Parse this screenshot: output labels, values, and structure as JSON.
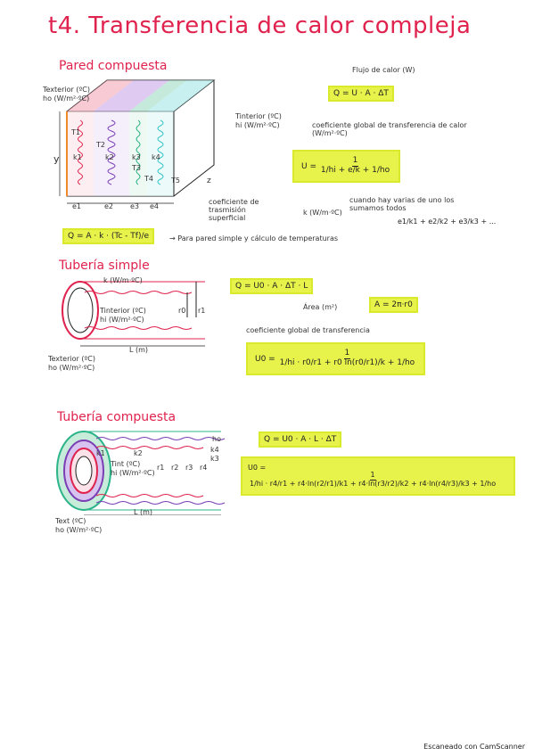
{
  "title": "t4. Transferencia de calor compleja",
  "sections": {
    "pared": {
      "heading": "Pared compuesta",
      "texterior": "Texterior (ºC)",
      "ho": "ho (W/m²·ºC)",
      "tinterior": "Tinterior (ºC)",
      "hi": "hi (W/m²·ºC)",
      "axis_y": "y",
      "axis_z": "z",
      "layers": [
        "e1",
        "e2",
        "e3",
        "e4"
      ],
      "k_labels": [
        "k1",
        "k2",
        "k3",
        "k4"
      ],
      "t_labels": [
        "T1",
        "T2",
        "T3",
        "T4",
        "T5"
      ],
      "flujo": "Flujo de calor (W)",
      "q_formula": "Q = U · A · ΔT",
      "coef_global": "coeficiente global de transferencia de calor (W/m²·ºC)",
      "u_label": "U =",
      "u_numer": "1",
      "u_terms": [
        "1/hi",
        "e/k",
        "1/ho"
      ],
      "coef_trans": "coeficiente de trasmisión superficial",
      "k_note": "k (W/m·ºC)",
      "varias": "cuando hay varias de uno los sumamos todos",
      "suma_terms": [
        "e1/k1",
        "e2/k2",
        "e3/k3",
        "..."
      ],
      "q_simple": "Q = A · k · (Tc - Tf)/e",
      "q_simple_note": "→ Para pared simple y cálculo de temperaturas"
    },
    "tuberia_simple": {
      "heading": "Tubería simple",
      "k": "k (W/m·ºC)",
      "tinterior": "Tinterior (ºC)",
      "hi": "hi (W/m²·ºC)",
      "texterior": "Texterior (ºC)",
      "ho": "ho (W/m²·ºC)",
      "length": "L (m)",
      "r0": "r0",
      "r1": "r1",
      "q_formula": "Q = U0 · A · ΔT · L",
      "area_label": "Área (m²)",
      "area_formula": "A = 2π·r0",
      "coef": "coeficiente global de transferencia",
      "u0_label": "U0 =",
      "u0_numer": "1",
      "u0_terms": [
        "1/hi · r0/r1",
        "r0 ln(r0/r1)/k",
        "1/ho"
      ]
    },
    "tuberia_compuesta": {
      "heading": "Tubería compuesta",
      "ho": "ho",
      "k_labels": [
        "k1",
        "k2",
        "k3",
        "k4"
      ],
      "tint": "Tint (ºC)",
      "hi": "hi (W/m²·ºC)",
      "r_labels": [
        "r1",
        "r2",
        "r3",
        "r4"
      ],
      "length": "L (m)",
      "text": "Text (ºC)",
      "ho_units": "ho (W/m²·ºC)",
      "q_formula": "Q = U0 · A · L · ΔT",
      "u0_label": "U0 =",
      "u0_numer": "1",
      "u0_terms": [
        "1/hi · r4/r1",
        "r4·ln(r2/r1)/k1",
        "r4·ln(r3/r2)/k2",
        "r4·ln(r4/r3)/k3",
        "1/ho"
      ]
    }
  },
  "footer": "Escaneado con CamScanner",
  "colors": {
    "accent": "#e0234e",
    "highlight": "#e7f24a",
    "purple": "#7b3fb5",
    "green": "#2bb48a",
    "teal": "#38c6c6",
    "orange": "#f08a2a"
  }
}
